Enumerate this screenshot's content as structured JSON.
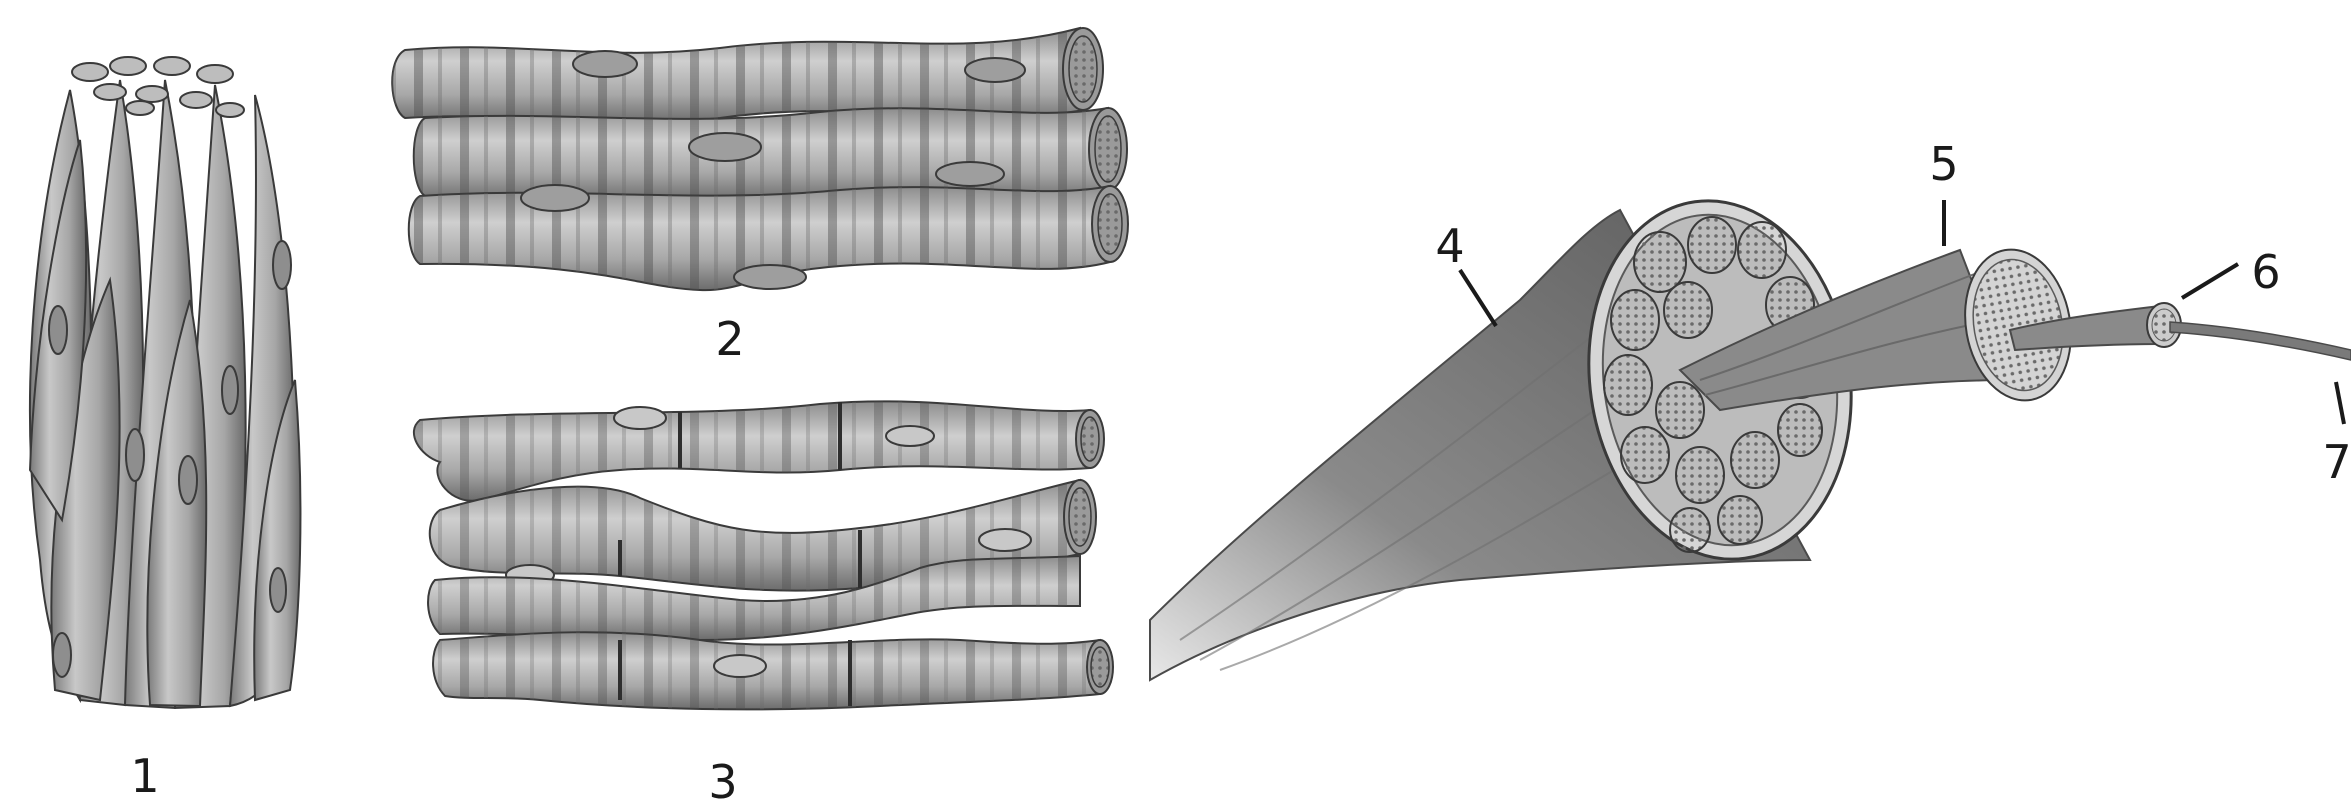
{
  "labels": {
    "l1": "1",
    "l2": "2",
    "l3": "3",
    "l4": "4",
    "l5": "5",
    "l6": "6",
    "l7": "7"
  },
  "colors": {
    "tissue_fill": "#a8a8a8",
    "tissue_light": "#c4c4c4",
    "tissue_dark": "#6e6e6e",
    "striation": "#5a5a5a",
    "nucleus": "#8e8e8e",
    "outline": "#3a3a3a"
  }
}
